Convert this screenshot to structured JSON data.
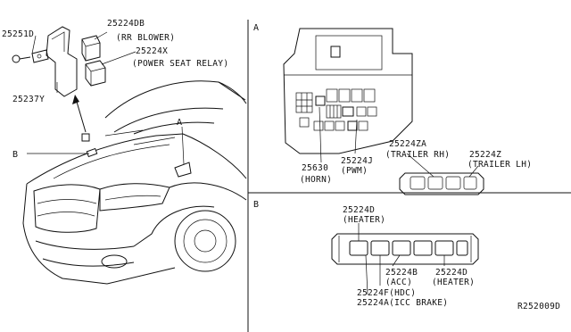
{
  "left_panel": {
    "labels": {
      "p25251D": "25251D",
      "p25224DB": "25224DB",
      "rr_blower": "(RR BLOWER)",
      "p25224X": "25224X",
      "power_seat": "(POWER SEAT RELAY)",
      "p25237Y": "25237Y",
      "callout_b": "B",
      "callout_a": "A"
    }
  },
  "section_a": {
    "title": "A",
    "labels": {
      "p25224ZA": "25224ZA",
      "trailer_rh": "(TRAILER RH)",
      "p25224Z": "25224Z",
      "trailer_lh": "(TRAILER LH)",
      "p25224J": "25224J",
      "pwm": "(PWM)",
      "p25630": "25630",
      "horn": "(HORN)"
    }
  },
  "section_b": {
    "title": "B",
    "labels": {
      "p25224D_top": "25224D",
      "heater_top": "(HEATER)",
      "p25224B": "25224B",
      "acc": "(ACC)",
      "p25224D_bot": "25224D",
      "heater_bot": "(HEATER)",
      "p25224F": "25224F(HDC)",
      "p25224A": "25224A(ICC BRAKE)"
    }
  },
  "ref_code": "R252009D"
}
